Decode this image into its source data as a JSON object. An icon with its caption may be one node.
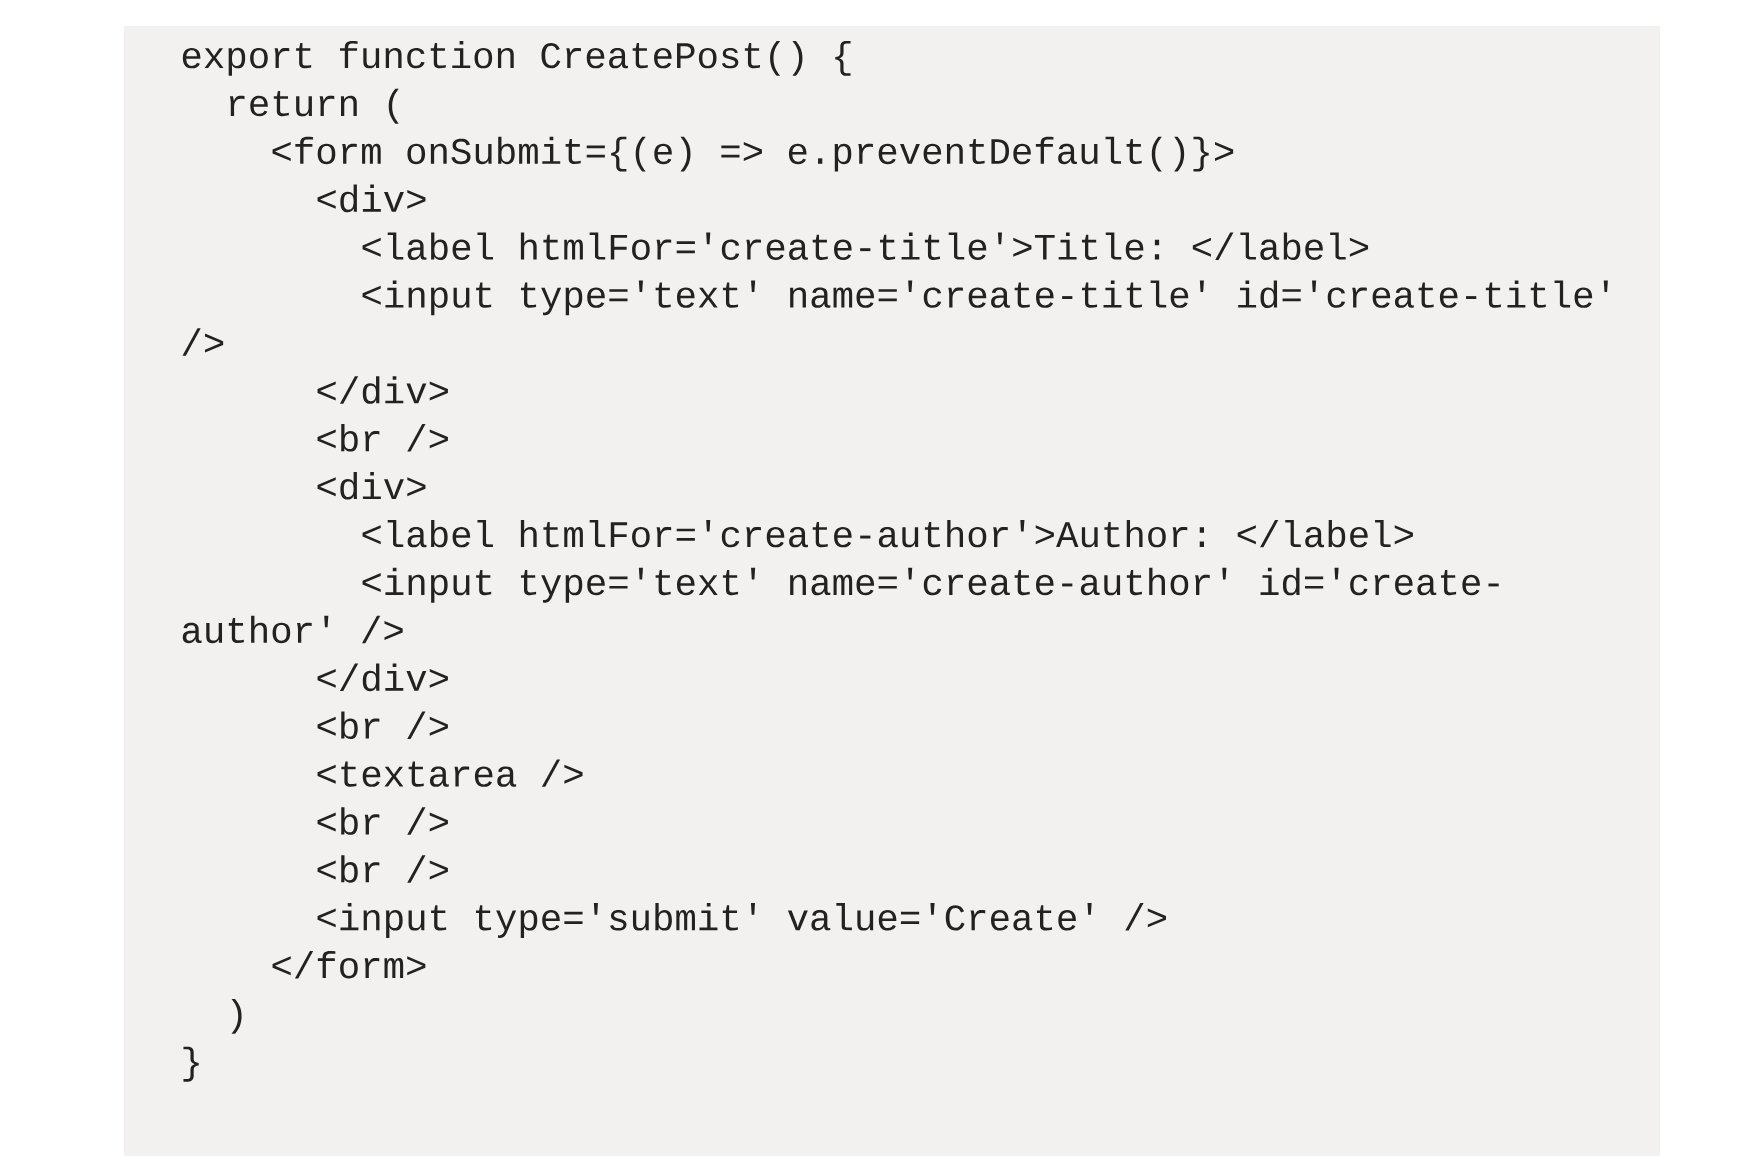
{
  "diagram": {
    "labels": [
      "export function CreatePost() {",
      "return (",
      "<form onSubmit={(e) => e.preventDefault()}>",
      "<div>",
      "<label htmlFor='create-title'>Title: </label>",
      "<input type='text' name='create-title' id='create-title'",
      "/>",
      "</div>",
      "<br />",
      "<div>",
      "<label htmlFor='create-author'>Author: </label>",
      "<input type='text' name='create-author' id='create-",
      "author' />",
      "</div>",
      "<br />",
      "<textarea />",
      "<br />",
      "<br />",
      "<input type='submit' value='Create' />",
      "</form>",
      ")",
      "}"
    ]
  }
}
